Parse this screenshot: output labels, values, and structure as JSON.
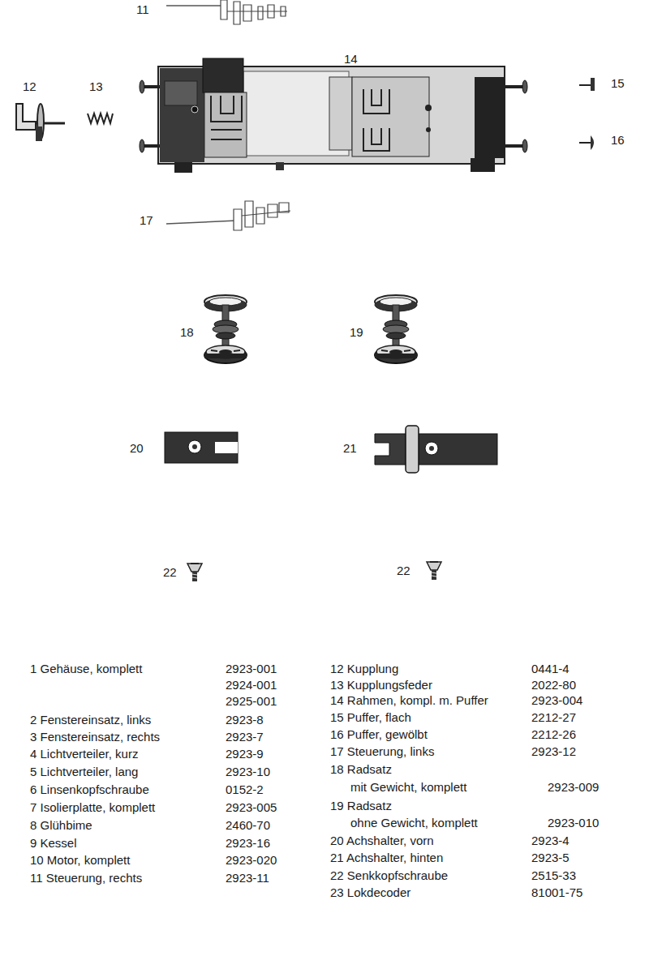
{
  "diagram": {
    "labels": [
      "11",
      "12",
      "13",
      "14",
      "15",
      "16",
      "17",
      "18",
      "19",
      "20",
      "21",
      "22",
      "22",
      "1 Gehäuse, komplett",
      "2923-001",
      "2924-001",
      "2925-001",
      "2 Fenstereinsatz, links",
      "2923-8",
      "3 Fenstereinsatz, rechts",
      "2923-7",
      "4 Lichtverteiler, kurz",
      "2923-9",
      "5 Lichtverteiler, lang",
      "2923-10",
      "6 Linsenkopfschraube",
      "0152-2",
      "7 Isolierplatte, komplett",
      "2923-005",
      "8 Glühbime",
      "2460-70",
      "9 Kessel",
      "2923-16",
      "10 Motor, komplett",
      "2923-020",
      "11 Steuerung, rechts",
      "2923-11",
      "12 Kupplung",
      "0441-4",
      "13 Kupplungsfeder",
      "2022-80",
      "14 Rahmen, kompl. m. Puffer",
      "2923-004",
      "15 Puffer, flach",
      "2212-27",
      "16 Puffer, gewölbt",
      "2212-26",
      "17 Steuerung, links",
      "2923-12",
      "18 Radsatz",
      "mit Gewicht, komplett",
      "2923-009",
      "19 Radsatz",
      "ohne Gewicht, komplett",
      "2923-010",
      "20 Achshalter, vorn",
      "2923-4",
      "21 Achshalter, hinten",
      "2923-5",
      "22 Senkkopfschraube",
      "2515-33",
      "23 Lokdecoder",
      "81001-75"
    ]
  }
}
